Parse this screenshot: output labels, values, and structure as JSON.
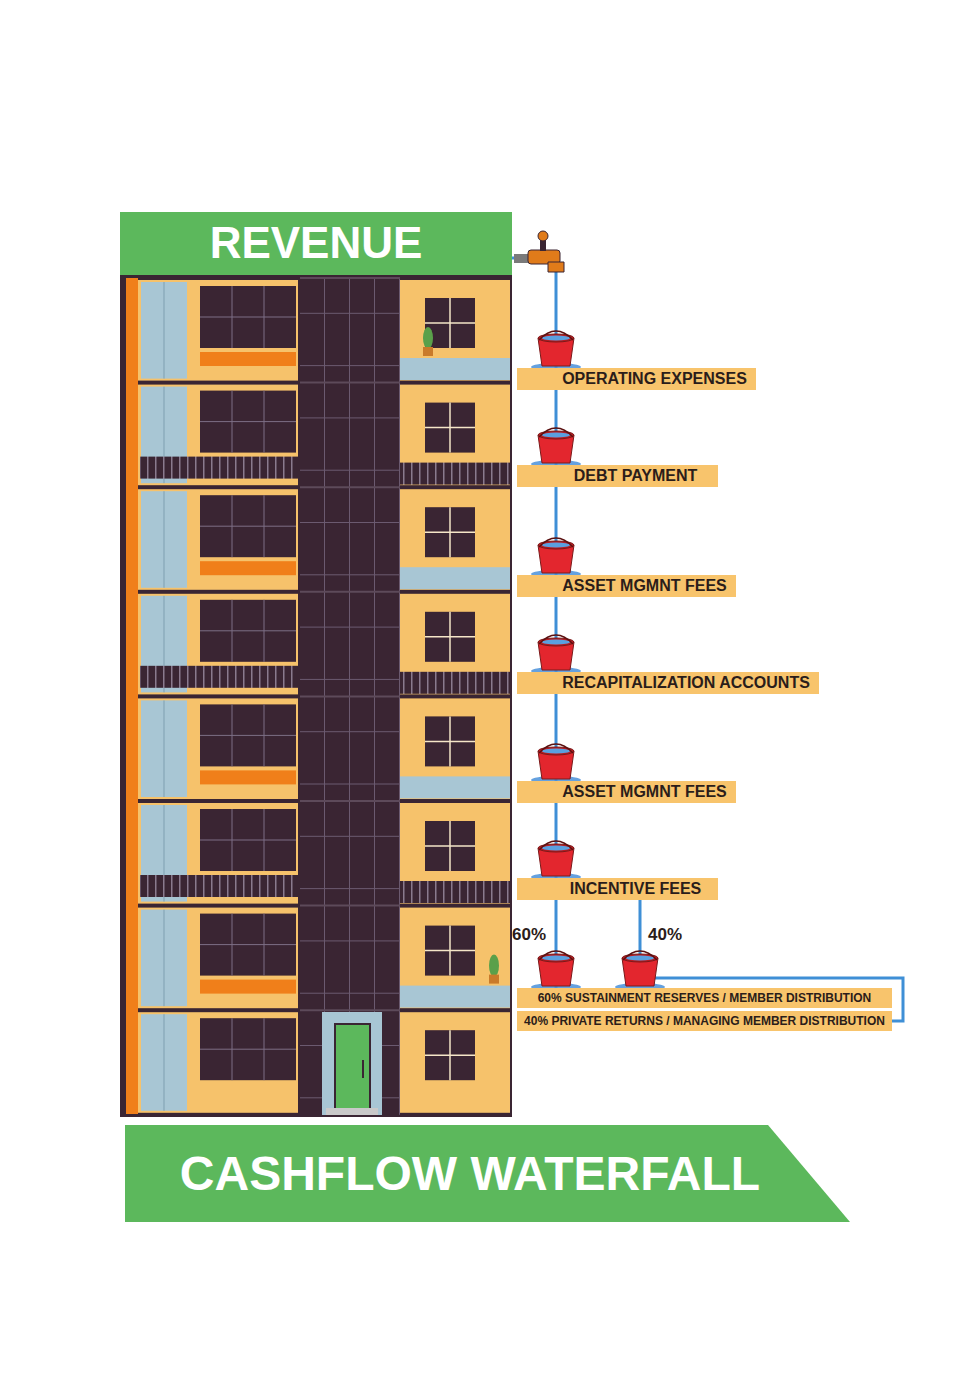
{
  "diagram": {
    "title": "CASHFLOW WATERFALL",
    "nodes": [
      {
        "text": [
          "REVENUE"
        ]
      },
      {
        "text": [
          "OPERATING EXPENSES"
        ]
      },
      {
        "text": [
          "DEBT PAYMENT"
        ]
      },
      {
        "text": [
          "ASSET MGMNT FEES"
        ]
      },
      {
        "text": [
          "RECAPITALIZATION ACCOUNTS"
        ]
      },
      {
        "text": [
          "ASSET MGMNT FEES"
        ]
      },
      {
        "text": [
          "INCENTIVE FEES"
        ]
      },
      {
        "text": [
          "60% SUSTAINMENT RESERVES / MEMBER DISTRIBUTION"
        ]
      },
      {
        "text": [
          "40% PRIVATE RETURNS / MANAGING MEMBER DISTRIBUTION"
        ]
      }
    ],
    "edges": [
      {
        "from": 0,
        "to": 1,
        "arrow": "none"
      },
      {
        "from": 1,
        "to": 2,
        "arrow": "none"
      },
      {
        "from": 2,
        "to": 3,
        "arrow": "none"
      },
      {
        "from": 3,
        "to": 4,
        "arrow": "none"
      },
      {
        "from": 4,
        "to": 5,
        "arrow": "none"
      },
      {
        "from": 5,
        "to": 6,
        "arrow": "none"
      },
      {
        "from": 6,
        "to": 7,
        "label": "60%",
        "arrow": "none"
      },
      {
        "from": 6,
        "to": 8,
        "label": "40%",
        "arrow": "none"
      }
    ]
  }
}
